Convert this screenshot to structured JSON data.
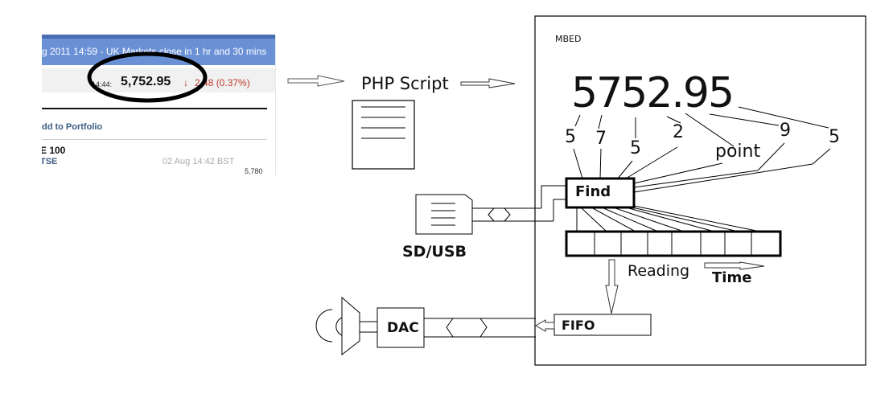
{
  "screenshot": {
    "banner_text": "g 2011 14:59 - UK Markets close in 1 hr and 30 mins",
    "quote_time": "14:44:",
    "quote_value": "5,752.95",
    "change_arrow": "↓",
    "change_text": "2.48 (0.37%)",
    "portfolio_link": "dd to Portfolio",
    "index_name": "E 100",
    "index_symbol": "TSE",
    "index_date": "02 Aug 14:42 BST",
    "axis_level": "5,780"
  },
  "diagram": {
    "php_label": "PHP Script",
    "mbed_label": "MBED",
    "big_number": "5752.95",
    "digits": [
      "5",
      "7",
      "5",
      "2",
      "point",
      "9",
      "5"
    ],
    "find_label": "Find",
    "sd_label": "SD/USB",
    "reading_label": "Reading",
    "time_label": "Time",
    "fifo_label": "FIFO",
    "dac_label": "DAC",
    "buffer_cells": 8
  }
}
